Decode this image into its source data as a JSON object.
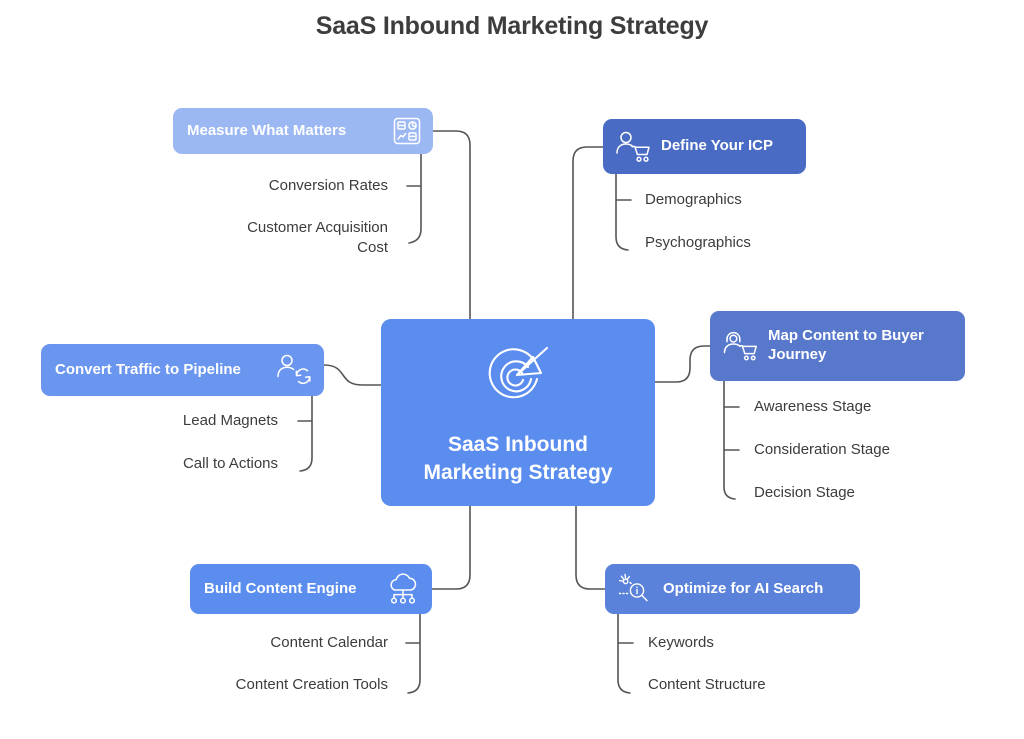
{
  "page": {
    "title": "SaaS Inbound Marketing Strategy",
    "background_color": "#ffffff",
    "text_color": "#3c3c3c",
    "connector_color": "#555555"
  },
  "center": {
    "label": "SaaS Inbound\nMarketing Strategy",
    "icon": "target-arrow-icon",
    "color": "#5b8def"
  },
  "branches": [
    {
      "id": "measure",
      "label": "Measure What Matters",
      "icon": "dashboard-analytics-icon",
      "icon_position": "right",
      "color": "#9cb8f2",
      "children": [
        {
          "label": "Conversion Rates"
        },
        {
          "label": "Customer Acquisition\nCost"
        }
      ]
    },
    {
      "id": "icp",
      "label": "Define Your ICP",
      "icon": "person-cart-icon",
      "icon_position": "left",
      "color": "#4a6bc4",
      "children": [
        {
          "label": "Demographics"
        },
        {
          "label": "Psychographics"
        }
      ]
    },
    {
      "id": "map",
      "label": "Map Content to Buyer\nJourney",
      "icon": "headset-cart-icon",
      "icon_position": "left",
      "color": "#5878cb",
      "children": [
        {
          "label": "Awareness Stage"
        },
        {
          "label": "Consideration Stage"
        },
        {
          "label": "Decision Stage"
        }
      ]
    },
    {
      "id": "convert",
      "label": "Convert Traffic to Pipeline",
      "icon": "person-refresh-icon",
      "icon_position": "right",
      "color": "#6b96f0",
      "children": [
        {
          "label": "Lead Magnets"
        },
        {
          "label": "Call to Actions"
        }
      ]
    },
    {
      "id": "build",
      "label": "Build Content Engine",
      "icon": "cloud-network-icon",
      "icon_position": "right",
      "color": "#5b8def",
      "children": [
        {
          "label": "Content Calendar"
        },
        {
          "label": "Content Creation Tools"
        }
      ]
    },
    {
      "id": "optimize",
      "label": "Optimize for AI Search",
      "icon": "ai-search-magnifier-icon",
      "icon_position": "left",
      "color": "#5b82db",
      "children": [
        {
          "label": "Keywords"
        },
        {
          "label": "Content Structure"
        }
      ]
    }
  ]
}
